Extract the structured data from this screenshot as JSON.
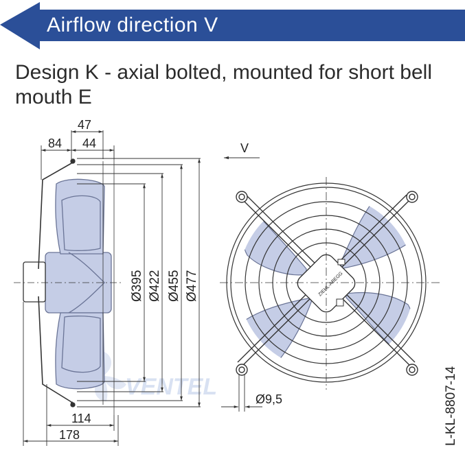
{
  "header": {
    "title": "Airflow direction V",
    "bg_color": "#2b4f98",
    "arrow_color": "#2b4f98",
    "text_color": "#ffffff"
  },
  "subtitle": "Design K - axial bolted, mounted for short bell mouth E",
  "side_view": {
    "dim_top_47": "47",
    "dim_top_84": "84",
    "dim_top_44": "44",
    "dia_395": "Ø395",
    "dia_422": "Ø422",
    "dia_455": "Ø455",
    "dia_477": "Ø477",
    "dim_bottom_114": "114",
    "dim_bottom_178": "178"
  },
  "front_view": {
    "airflow_label": "V",
    "hole_label": "Ø9,5",
    "hub_label": "ZIEHL-ABEGG"
  },
  "watermark": "VENTEL",
  "drawing_code": "L-KL-8807-14",
  "colors": {
    "line": "#333333",
    "blade_fill": "#c5cde6",
    "blade_stroke": "#6a7496",
    "watermark": "#b9c9e8"
  }
}
